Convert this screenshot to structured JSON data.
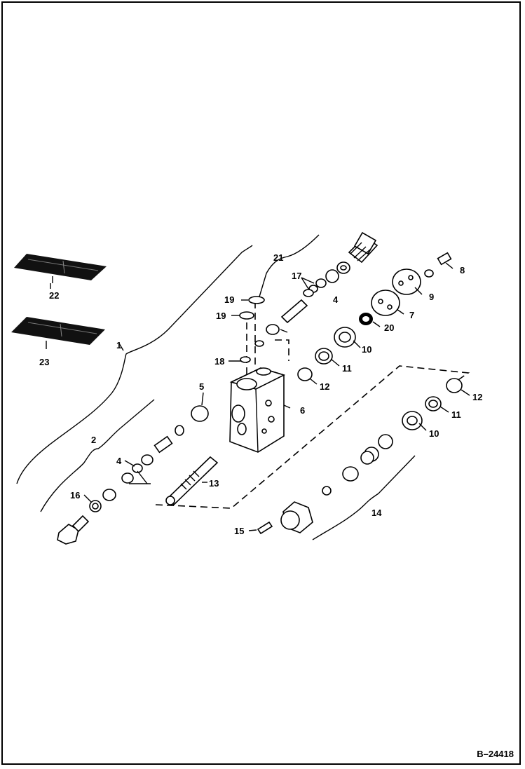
{
  "figure_id": "B–24418",
  "callouts": {
    "c1": "1",
    "c2": "2",
    "c4a": "4",
    "c4b": "4",
    "c5": "5",
    "c6": "6",
    "c7": "7",
    "c8": "8",
    "c9": "9",
    "c10a": "10",
    "c10b": "10",
    "c11a": "11",
    "c11b": "11",
    "c12a": "12",
    "c12b": "12",
    "c13": "13",
    "c14": "14",
    "c15": "15",
    "c16": "16",
    "c17": "17",
    "c18": "18",
    "c19a": "19",
    "c19b": "19",
    "c20": "20",
    "c21": "21",
    "c22": "22",
    "c23": "23"
  }
}
